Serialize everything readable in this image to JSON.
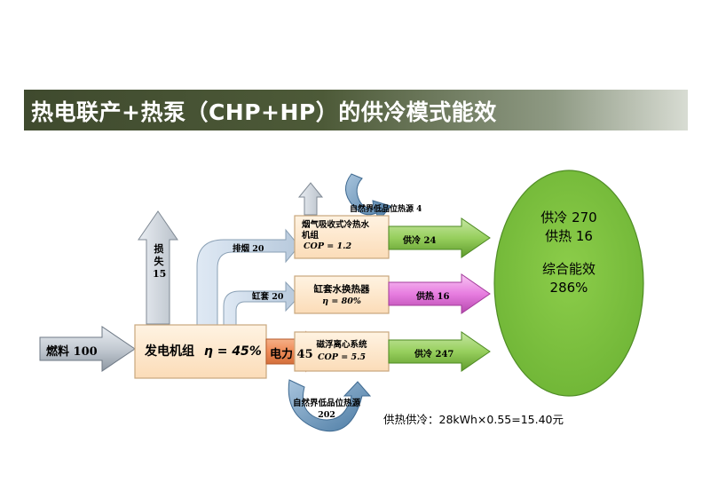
{
  "title": "热电联产+热泵（CHP+HP）的供冷模式能效",
  "fuel": "燃料 100",
  "generator": {
    "name": "发电机组",
    "eta": "η = 45%"
  },
  "loss": {
    "label": "损",
    "label2": "失",
    "value": "15"
  },
  "exhaust": "排烟 20",
  "jacket": "缸套 20",
  "power": "电力 45",
  "absorber": {
    "line1": "烟气吸收式冷热水",
    "line2": "机组",
    "cop": "COP = 1.2"
  },
  "jacket_hx": {
    "line1": "缸套水换热器",
    "eta": "η = 80%"
  },
  "centrifugal": {
    "line1": "磁浮离心系统",
    "cop": "COP = 5.5"
  },
  "out_cool_1": "供冷 24",
  "out_heat": "供热 16",
  "out_cool_2": "供冷 247",
  "ambient_top": "自然界低品位热源 4",
  "ambient_bottom_1": "自然界低品位热源",
  "ambient_bottom_2": "202",
  "summary": {
    "cool": "供冷 270",
    "heat": "供热 16",
    "eff_label": "综合能效",
    "eff_value": "286%"
  },
  "note": "供热供冷：28kWh×0.55=15.40元",
  "colors": {
    "title_bar": "#4d5a38",
    "ellipse": "#7fc241",
    "green_arrow": "#8fcb55",
    "pink_arrow": "#e77de0",
    "orange_arrow": "#ef8a56",
    "box_fill": "#fde8c8",
    "gray_arrow": "#9aa4af",
    "blue_arrow": "#4f7fa8"
  }
}
